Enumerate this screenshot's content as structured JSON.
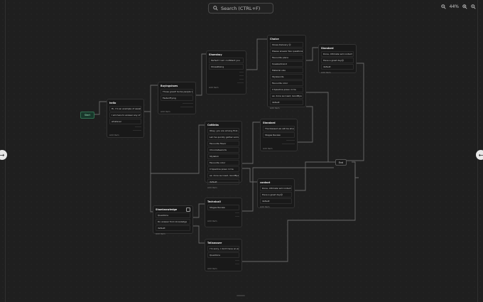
{
  "search": {
    "label": "Search (CTRL+F)"
  },
  "zoom": {
    "level": "44%"
  },
  "add_label": "Add item",
  "nodes": {
    "start": "Start",
    "end": "End",
    "hello": {
      "title": "hello",
      "lines": [
        "Hi, I'm an example of assistant 😊",
        "I am here to answer any of your qu...",
        "whatever"
      ]
    },
    "buyingshoes": {
      "title": "Buyingshoes",
      "lines": [
        "Those great! Some people would lov...",
        "FastenFlying"
      ]
    },
    "shoesbuy": {
      "title": "Shoesbuy",
      "lines": [
        "Perfect! I am confident you",
        "ShoesRising"
      ]
    },
    "choice": {
      "title": "Choice",
      "lines": [
        "Shoes Delivery 😊",
        "Please answer few questions so we...",
        "Favourite place",
        "Sneakerbrand",
        "Material size",
        "Stylewords",
        "Favourite color",
        "Il Spiedina preso in tre",
        "es: done succeed, GoodBye",
        "default"
      ]
    },
    "standard_top": {
      "title": "Standard",
      "lines": [
        "Done, Ultimate will contact you when...",
        "Have a great day😊",
        "default"
      ]
    },
    "cattlebs": {
      "title": "Cattlebs",
      "lines": [
        "Okay, you are among first...",
        "Let me quickly gather some informa...",
        "Favourite flavor",
        "Chocolatewords",
        "Stylebox",
        "Favourite color",
        "Il Spiedina preso in tre",
        "es: done succeed, GoodBye",
        "default"
      ]
    },
    "standard_mid": {
      "title": "Standard",
      "lines": [
        "The blessed we will be shoes wish t...",
        "Stages Review"
      ]
    },
    "contact": {
      "title": "contact",
      "lines": [
        "Done, Ultimate will contact you when...",
        "Have a great day😊",
        "default"
      ]
    },
    "shoeknowledge": {
      "title": "Shoeknowledge",
      "lines": [
        "Questions",
        "Do answer from knowledge",
        "default"
      ]
    },
    "technicall": {
      "title": "Technicall",
      "lines": [
        "Stages Review"
      ]
    },
    "tellanswer": {
      "title": "Tellanswer",
      "lines": [
        "I'm sorry, I don't have an answer to...",
        "Questions"
      ]
    }
  }
}
